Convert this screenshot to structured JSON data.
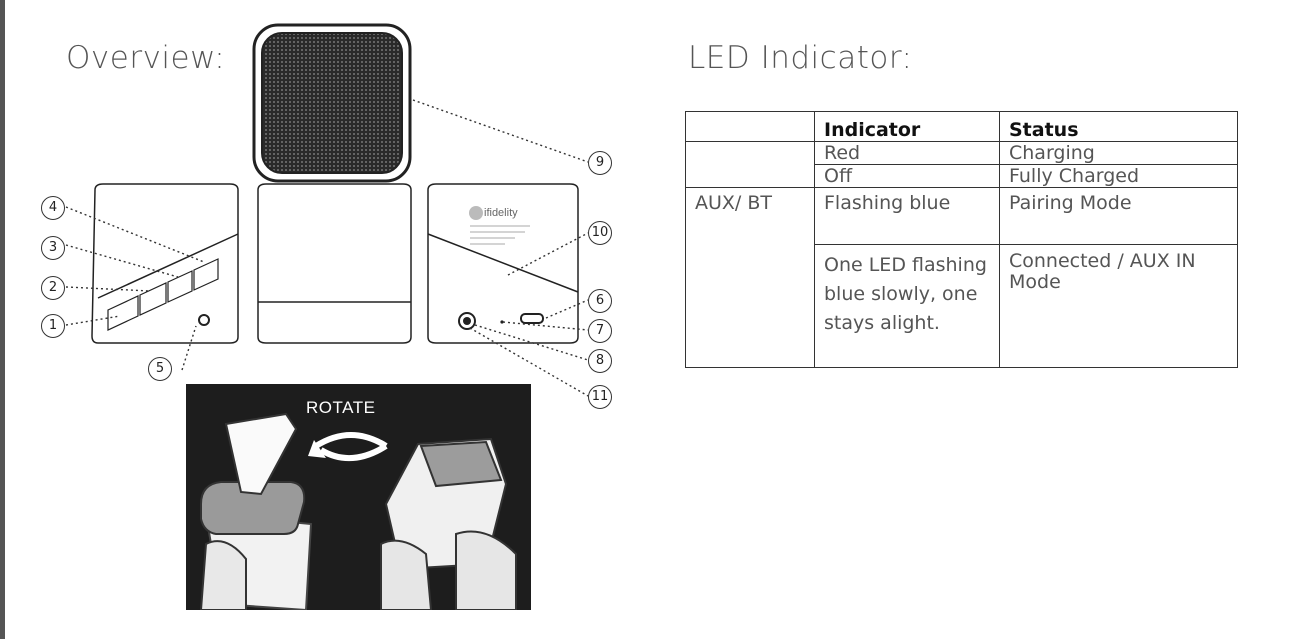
{
  "overview": {
    "title": "Overview:",
    "callouts": [
      "1",
      "2",
      "3",
      "4",
      "5",
      "6",
      "7",
      "8",
      "9",
      "10",
      "11"
    ],
    "button_labels": [
      "+",
      "-",
      "-",
      "+"
    ],
    "device_brand": "ifidelity",
    "rotate_label": "ROTATE"
  },
  "led": {
    "title": "LED Indicator:",
    "headers": [
      "",
      "Indicator",
      "Status"
    ],
    "rows": [
      {
        "mode": "",
        "indicator": "Red",
        "status": "Charging"
      },
      {
        "mode": "",
        "indicator": "Off",
        "status": "Fully Charged"
      },
      {
        "mode": "AUX/ BT",
        "indicator": "Flashing blue",
        "status": "Pairing Mode"
      },
      {
        "mode": "",
        "indicator": "One LED flashing blue slowly, one stays alight.",
        "status": "Connected / AUX IN Mode"
      }
    ]
  },
  "colors": {
    "border": "#555555",
    "line": "#333333",
    "photo_bg": "#1d1d1d"
  },
  "icons": [
    "speaker-grille-icon",
    "speaker-cube-icon",
    "aux-jack-icon",
    "usb-port-icon",
    "rotate-arrow-icon"
  ]
}
